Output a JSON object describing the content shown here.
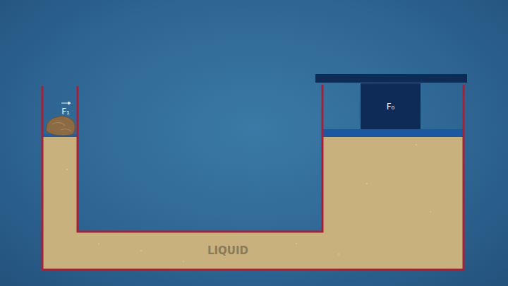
{
  "diagram": {
    "nodes": [
      {
        "text": [
          "F₀"
        ]
      }
    ],
    "labels": [
      "F₁",
      "LIQUID"
    ]
  }
}
